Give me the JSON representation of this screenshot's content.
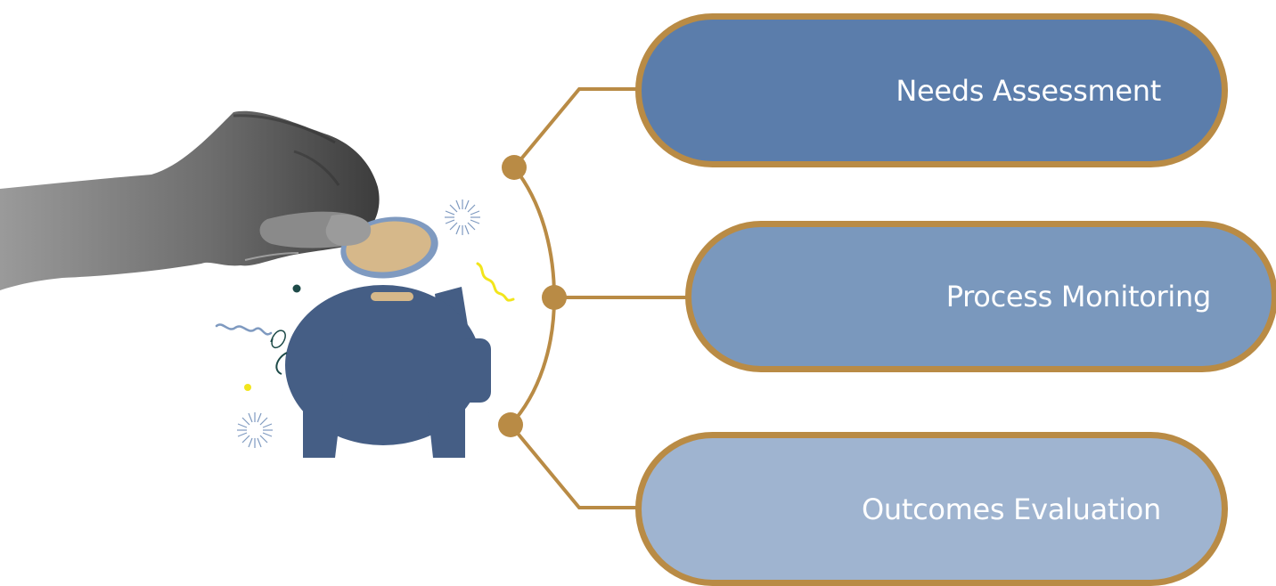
{
  "steps": [
    {
      "label": "Needs Assessment"
    },
    {
      "label": "Process Monitoring"
    },
    {
      "label": "Outcomes Evaluation"
    }
  ],
  "colors": {
    "connector": "#b98b45",
    "pill_1": "#5b7dab",
    "pill_2": "#7a98bd",
    "pill_3": "#9fb4d0",
    "piggy": "#455e85",
    "coin": "#d6b88a",
    "coin_rim": "#7f9ac0",
    "accent_yellow": "#f2e51c",
    "accent_dark": "#1d4a48"
  },
  "illustration": {
    "subject": "hand-inserting-coin-into-piggy-bank"
  }
}
